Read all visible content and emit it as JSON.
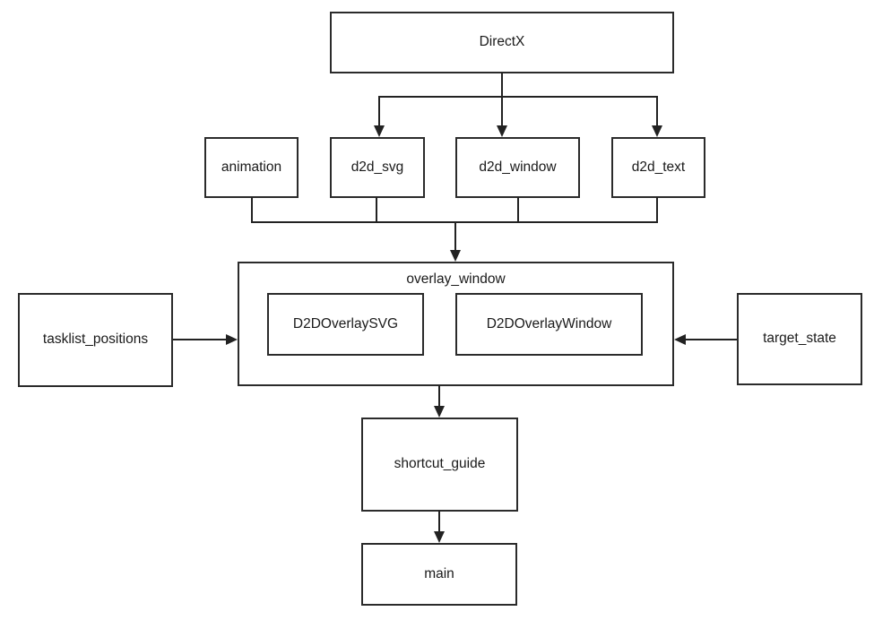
{
  "diagram": {
    "background_color": "#ffffff",
    "line_color": "#222222",
    "box_border_color": "#2b2b2b",
    "text_color": "#1a1a1a",
    "nodes": {
      "directx": {
        "label": "DirectX"
      },
      "animation": {
        "label": "animation"
      },
      "d2d_svg": {
        "label": "d2d_svg"
      },
      "d2d_window": {
        "label": "d2d_window"
      },
      "d2d_text": {
        "label": "d2d_text"
      },
      "overlay_window": {
        "label": "overlay_window"
      },
      "d2d_overlay_svg": {
        "label": "D2DOverlaySVG"
      },
      "d2d_overlay_window": {
        "label": "D2DOverlayWindow"
      },
      "tasklist_positions": {
        "label": "tasklist_positions"
      },
      "target_state": {
        "label": "target_state"
      },
      "shortcut_guide": {
        "label": "shortcut_guide"
      },
      "main": {
        "label": "main"
      }
    },
    "edges": [
      {
        "from": "DirectX",
        "to": "d2d_svg",
        "style": "elbow-arrow"
      },
      {
        "from": "DirectX",
        "to": "d2d_window",
        "style": "elbow-arrow"
      },
      {
        "from": "DirectX",
        "to": "d2d_text",
        "style": "elbow-arrow"
      },
      {
        "from": "animation",
        "to": "overlay_window",
        "style": "elbow-arrow"
      },
      {
        "from": "d2d_svg",
        "to": "overlay_window",
        "style": "elbow-arrow"
      },
      {
        "from": "d2d_window",
        "to": "overlay_window",
        "style": "elbow-arrow"
      },
      {
        "from": "d2d_text",
        "to": "overlay_window",
        "style": "elbow-arrow"
      },
      {
        "from": "tasklist_positions",
        "to": "overlay_window",
        "style": "straight-arrow"
      },
      {
        "from": "target_state",
        "to": "overlay_window",
        "style": "straight-arrow"
      },
      {
        "from": "overlay_window",
        "to": "shortcut_guide",
        "style": "straight-arrow"
      },
      {
        "from": "shortcut_guide",
        "to": "main",
        "style": "straight-arrow"
      }
    ]
  }
}
